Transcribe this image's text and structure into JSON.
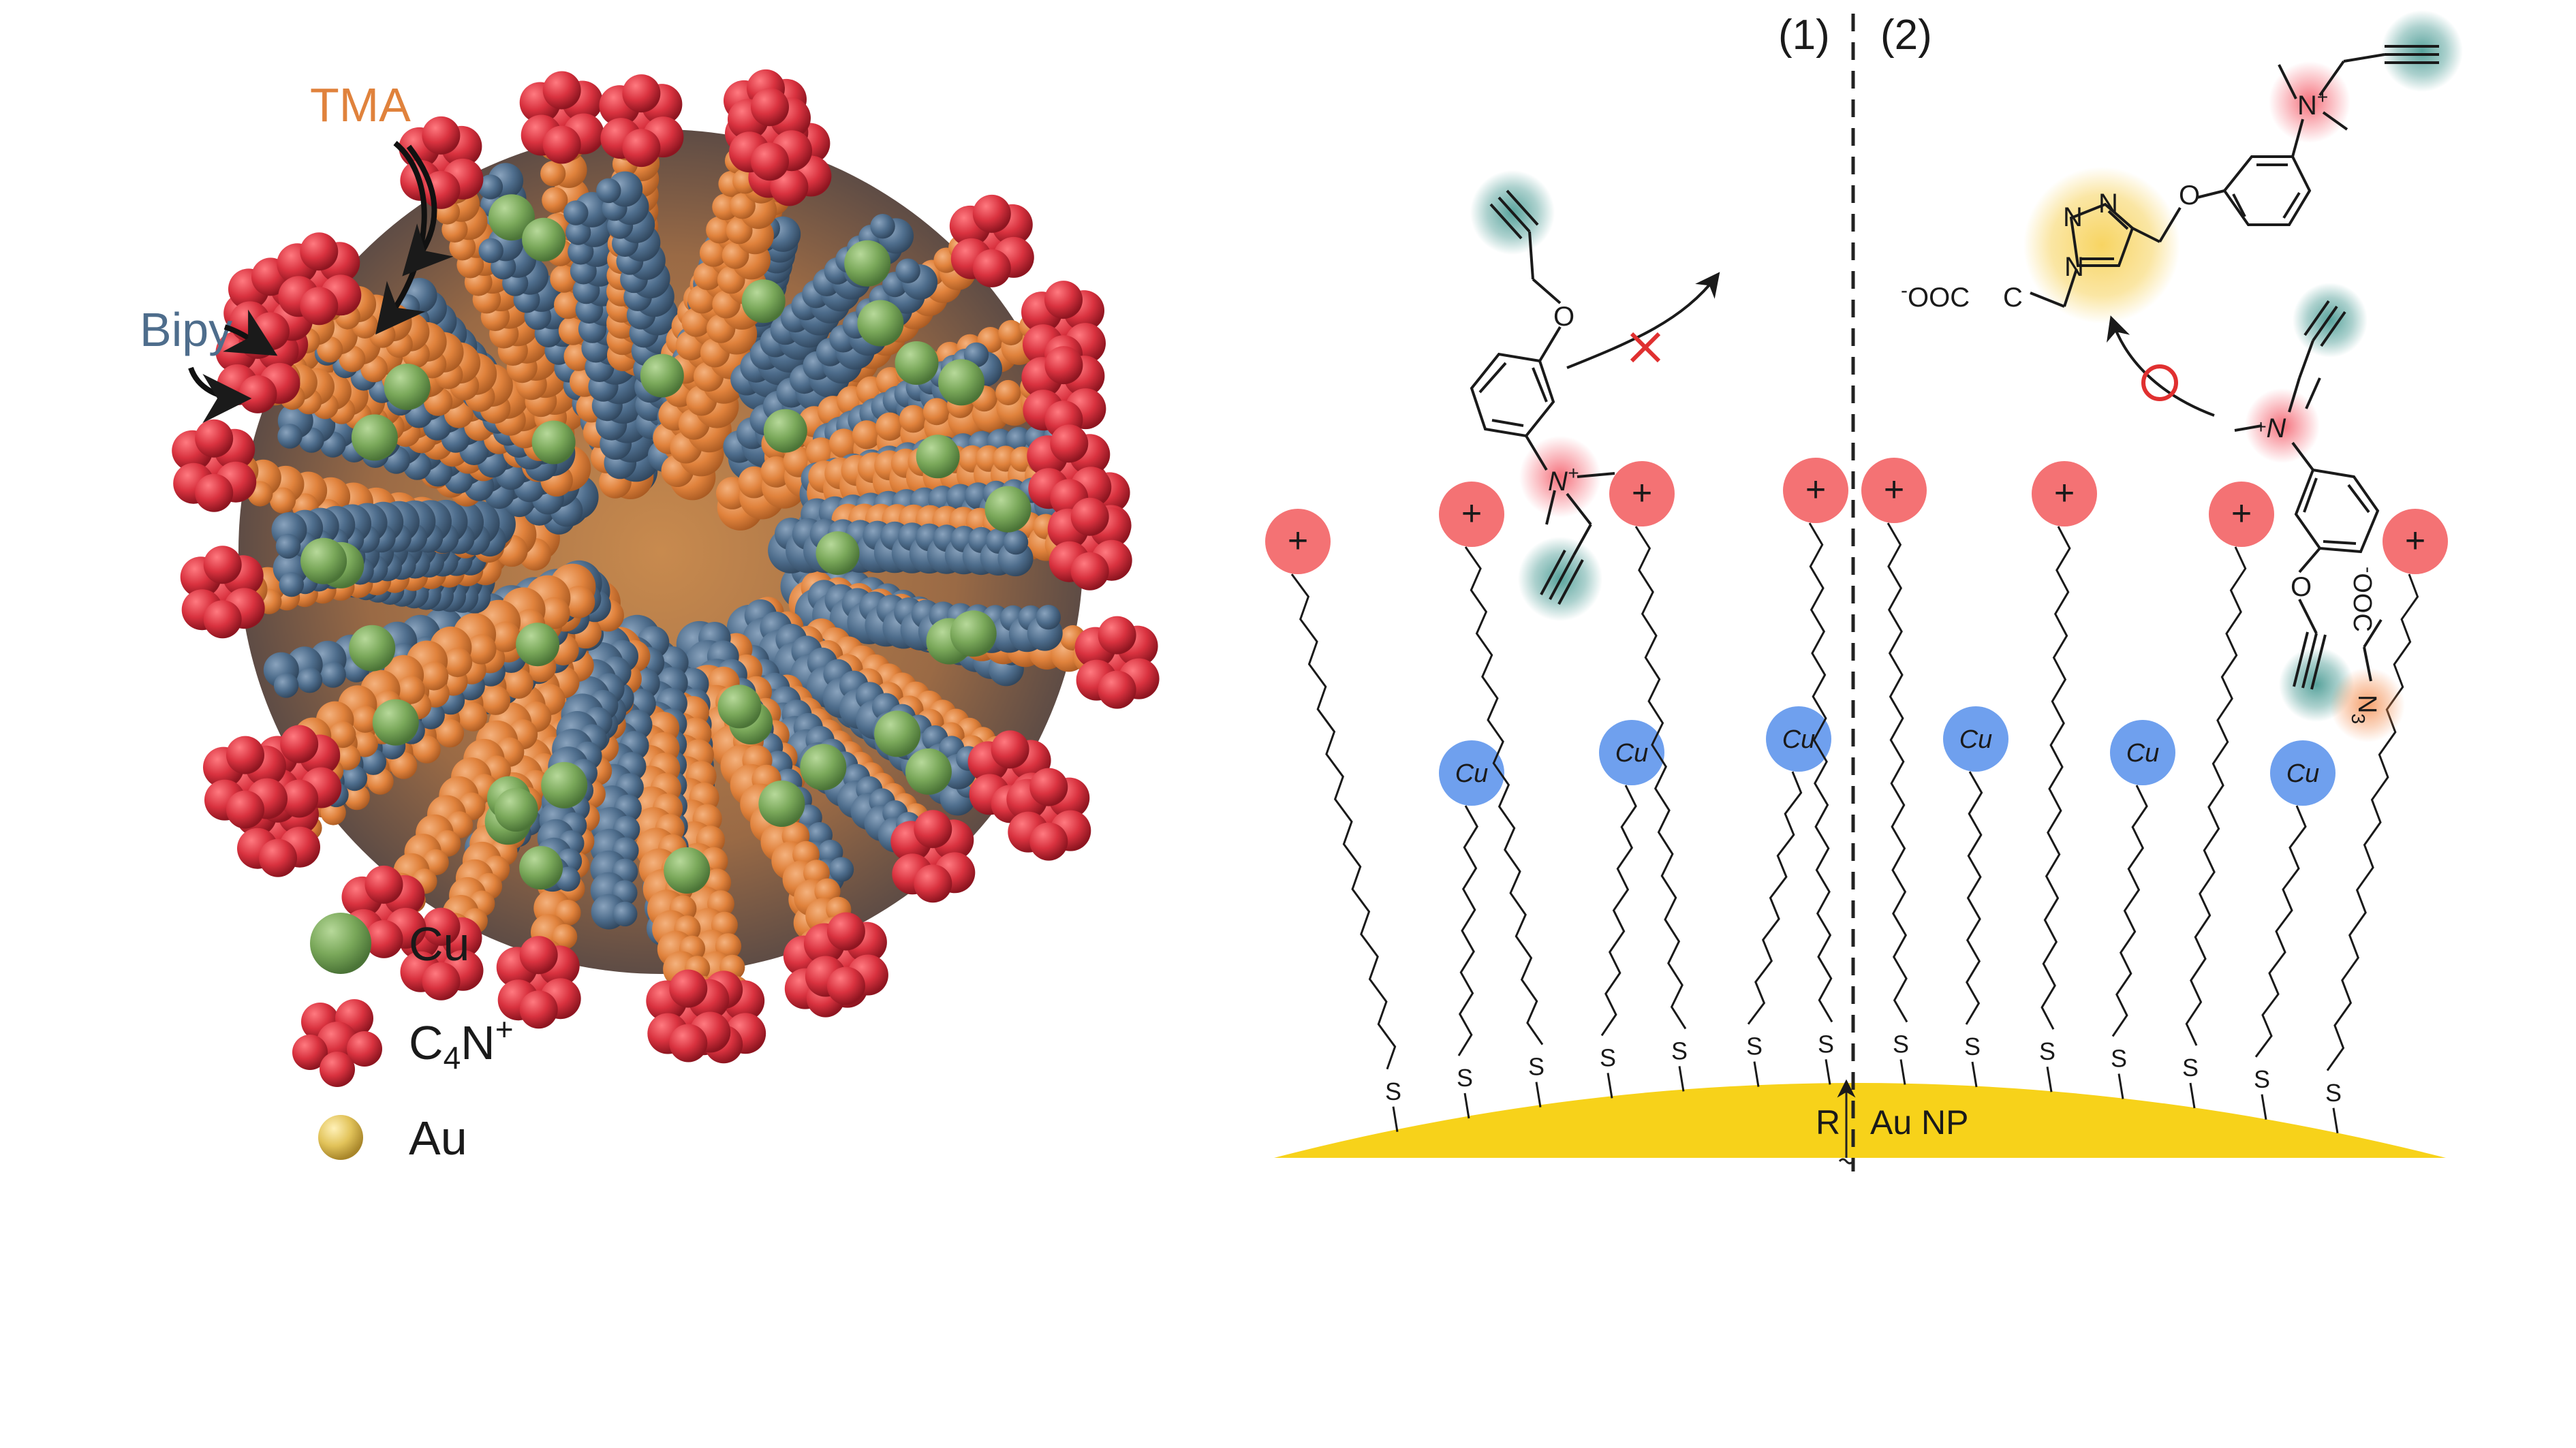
{
  "labels": {
    "tma": "TMA",
    "bipy": "Bipy",
    "panel_1": "(1)",
    "panel_2": "(2)",
    "radius": "R",
    "au_np": "Au NP"
  },
  "legend": [
    {
      "text": "Cu",
      "marker": "green-sphere",
      "color": "#7aa85a"
    },
    {
      "text": "C",
      "sub": "4",
      "tail": "N",
      "sup": "+",
      "marker": "red-cluster",
      "color": "#d9323f"
    },
    {
      "text": "Au",
      "marker": "gold-sphere",
      "color": "#e2c35a"
    }
  ],
  "atoms": {
    "n": "N",
    "n_plus": "+",
    "o": "O",
    "s": "S",
    "cu": "Cu",
    "n3": "N",
    "n3_sub": "3",
    "carboxylate": "-OOC",
    "carboxylate_minus": "-",
    "carboxylate_body": "OOC",
    "plus": "+"
  },
  "colors": {
    "tma": "#e0823c",
    "bipy": "#4e6d8c",
    "head_group": "#f47274",
    "cu_bubble": "#6fa0ee",
    "gold": "#f7d21a",
    "alkyne_glow": "#2f8c84",
    "azide_glow": "#f48a4a",
    "triazole_glow": "#f7d25a",
    "ammonium_glow": "#f2404f",
    "forbidden": "#e03030"
  }
}
